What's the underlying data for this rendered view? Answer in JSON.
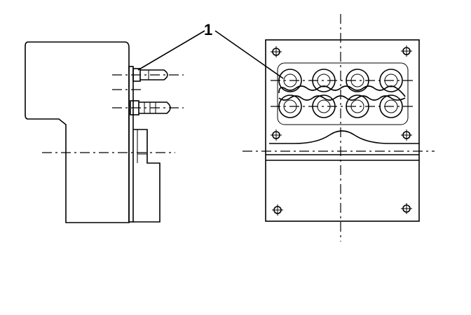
{
  "callout": {
    "label": "1"
  },
  "colors": {
    "line": "#000000",
    "background": "#ffffff"
  },
  "views": [
    {
      "id": "side-view",
      "bolts": 2
    },
    {
      "id": "front-view",
      "sockets_per_row": 4,
      "rows": 2,
      "mounting_holes": 6
    }
  ]
}
